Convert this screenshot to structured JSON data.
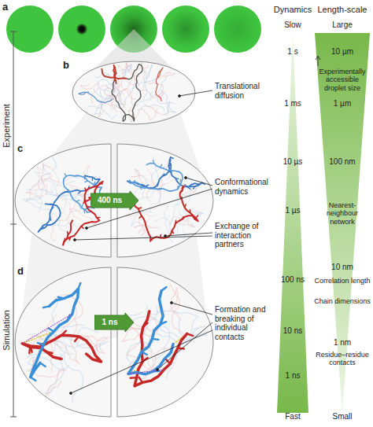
{
  "diagram": {
    "nodes": [
      {
        "text": [
          "400 ns"
        ]
      },
      {
        "text": [
          "1 ns"
        ]
      }
    ],
    "labels": [
      "a",
      "Dynamics",
      "Length-scale",
      "Slow",
      "Large",
      "1 s",
      "10 µm",
      "Experimentally accessible droplet size",
      "b",
      "Translational diffusion",
      "1 ms",
      "1 µm",
      "10 µs",
      "100 nm",
      "Experiment",
      "c",
      "1 µs",
      "Nearest-neighbour network",
      "Conformational dynamics",
      "Exchange of interaction partners",
      "100 ns",
      "10 nm",
      "Correlation length",
      "Chain dimensions",
      "Simulation",
      "d",
      "10 ns",
      "Formation and breaking of individual contacts",
      "1 ns",
      "1 nm",
      "Residue–residue contacts",
      "Fast",
      "Small"
    ]
  }
}
